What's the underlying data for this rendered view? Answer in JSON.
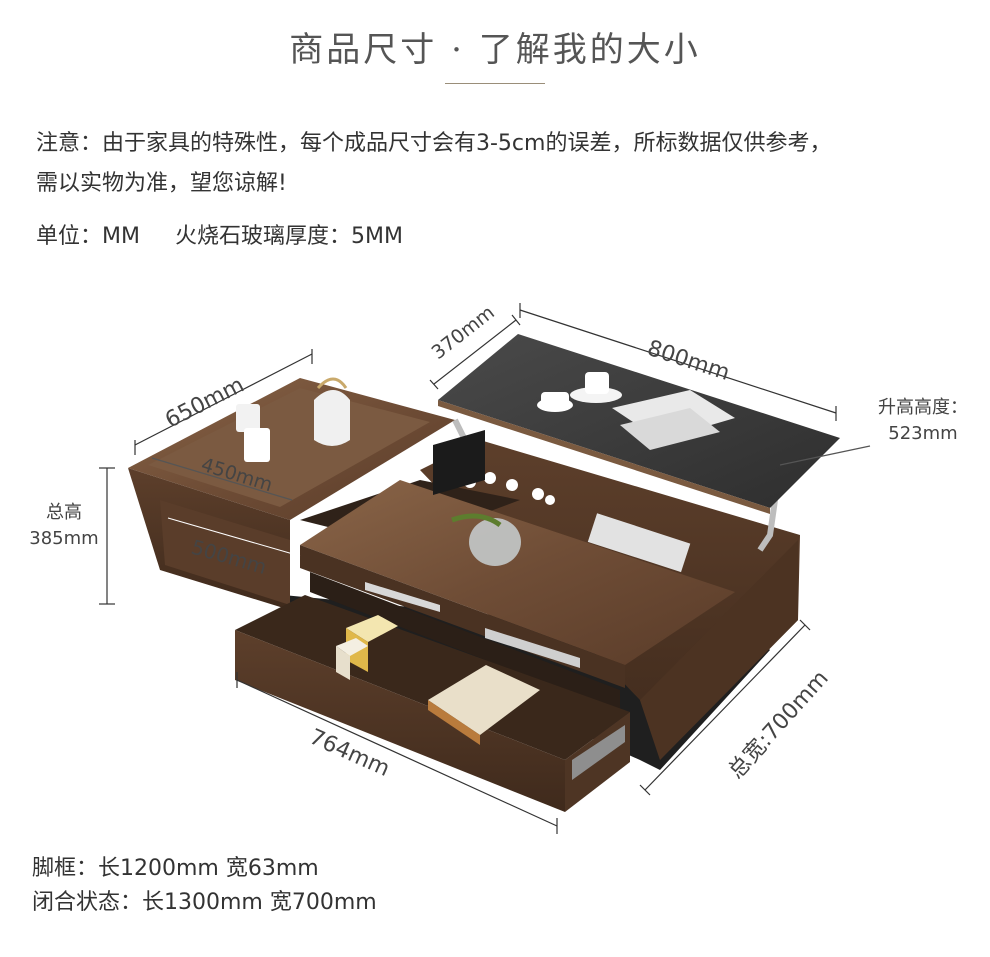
{
  "header": {
    "title": "商品尺寸 · 了解我的大小"
  },
  "notice": {
    "line1": "注意：由于家具的特殊性，每个成品尺寸会有3-5cm的误差，所标数据仅供参考，",
    "line2": "需以实物为准，望您谅解!"
  },
  "unit": {
    "unit_text": "单位：MM",
    "glass_text": "火烧石玻璃厚度：5MM"
  },
  "dimensions": {
    "top_tray_width": "650mm",
    "inner_tray": "450mm",
    "drawer_side": "500mm",
    "lift_depth": "370mm",
    "lift_width": "800mm",
    "lift_height_label": "升高高度：",
    "lift_height_value": "523mm",
    "total_height_label": "总高",
    "total_height_value": "385mm",
    "front_width": "764mm",
    "total_width": "总宽:700mm"
  },
  "footer": {
    "frame": "脚框：长1200mm 宽63mm",
    "closed": "闭合状态：长1300mm 宽700mm"
  },
  "colors": {
    "wood": "#6b4a34",
    "wood_dark": "#4a3222",
    "stone": "#3a3a3a",
    "accent_rule": "#9a8e79"
  }
}
